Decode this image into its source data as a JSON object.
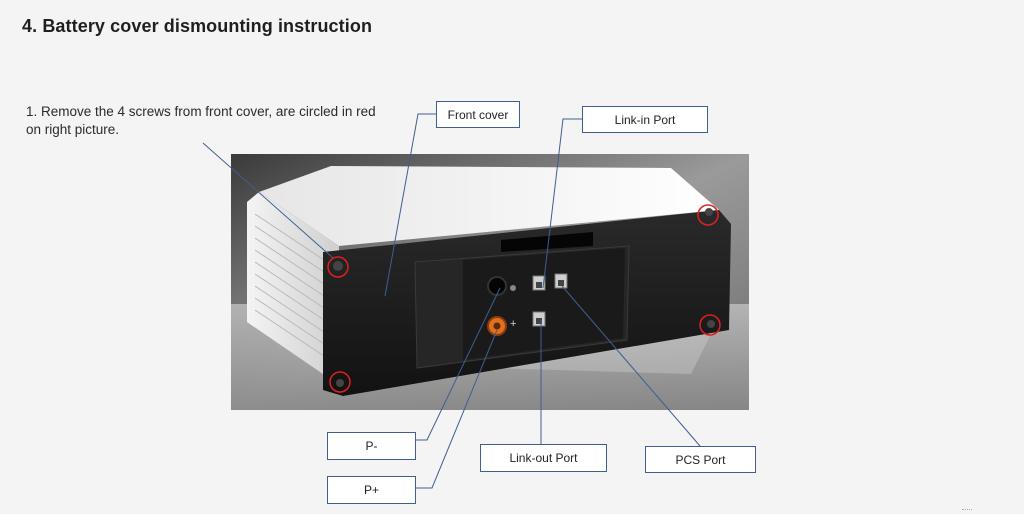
{
  "heading": "4. Battery cover dismounting instruction",
  "step_text": "1. Remove the 4 screws from front cover, are circled in red on right picture.",
  "callouts": {
    "front_cover": "Front cover",
    "link_in_port": "Link-in Port",
    "p_minus": "P-",
    "p_plus": "P+",
    "link_out_port": "Link-out Port",
    "pcs_port": "PCS Port"
  },
  "photo_marks": {
    "plus_sign": "+"
  },
  "colors": {
    "callout_line": "#3f5f8f",
    "screw_circle": "#e02020",
    "plus_terminal": "#e0701e",
    "device_body": "#1c1c1c",
    "device_top": "#f2f2f2"
  }
}
